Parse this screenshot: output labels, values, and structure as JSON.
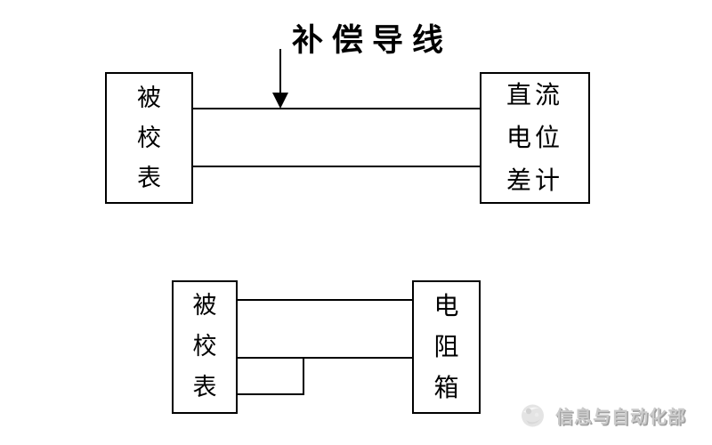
{
  "colors": {
    "background": "#ffffff",
    "line": "#000000",
    "text": "#000000",
    "watermark": "#c8c8c8"
  },
  "top_diagram": {
    "annotation_label": "补偿导线",
    "left_box_label": "被\n校\n表",
    "right_box_label": "直流\n电位\n差计"
  },
  "bottom_diagram": {
    "left_box_label": "被\n校\n表",
    "right_box_label": "电\n阻\n箱"
  },
  "watermark": {
    "text": "信息与自动化部"
  }
}
